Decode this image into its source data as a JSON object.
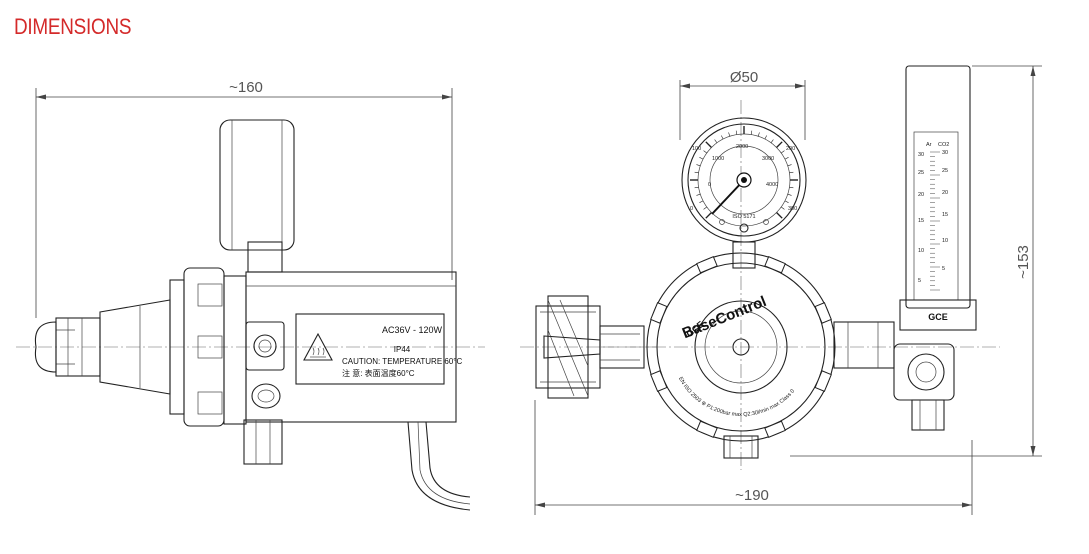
{
  "title": "DIMENSIONS",
  "colors": {
    "title": "#d42a2a",
    "line": "#222222",
    "dimension": "#555555"
  },
  "dimensions": {
    "width_side": "~160",
    "gauge_diameter": "Ø50",
    "width_front": "~190",
    "height_front": "~153"
  },
  "label_panel": {
    "rating": "AC36V - 120W",
    "ip": "IP44",
    "caution_en": "CAUTION: TEMPERATURE 60°C",
    "caution_zh": "注    意: 表面温度60°C",
    "warning_icon": "hot-surface-icon"
  },
  "regulator": {
    "brand": "BaseControl",
    "logo": "GCE",
    "bottom_text": "EN ISO 2503 ⊕ P1:200bar max Q2:30l/min max Class 0"
  },
  "gauge": {
    "standard": "ISO 5171",
    "inner_scale": [
      "0",
      "1000",
      "2000",
      "3000",
      "4000"
    ],
    "outer_scale": [
      "0",
      "100",
      "200",
      "300"
    ]
  },
  "flowmeter": {
    "gases": [
      "Ar",
      "CO2"
    ],
    "scale_ar": [
      "5",
      "10",
      "15",
      "20",
      "25",
      "30"
    ],
    "scale_co2": [
      "5",
      "10",
      "15",
      "20",
      "25",
      "30"
    ],
    "logo": "GCE"
  }
}
